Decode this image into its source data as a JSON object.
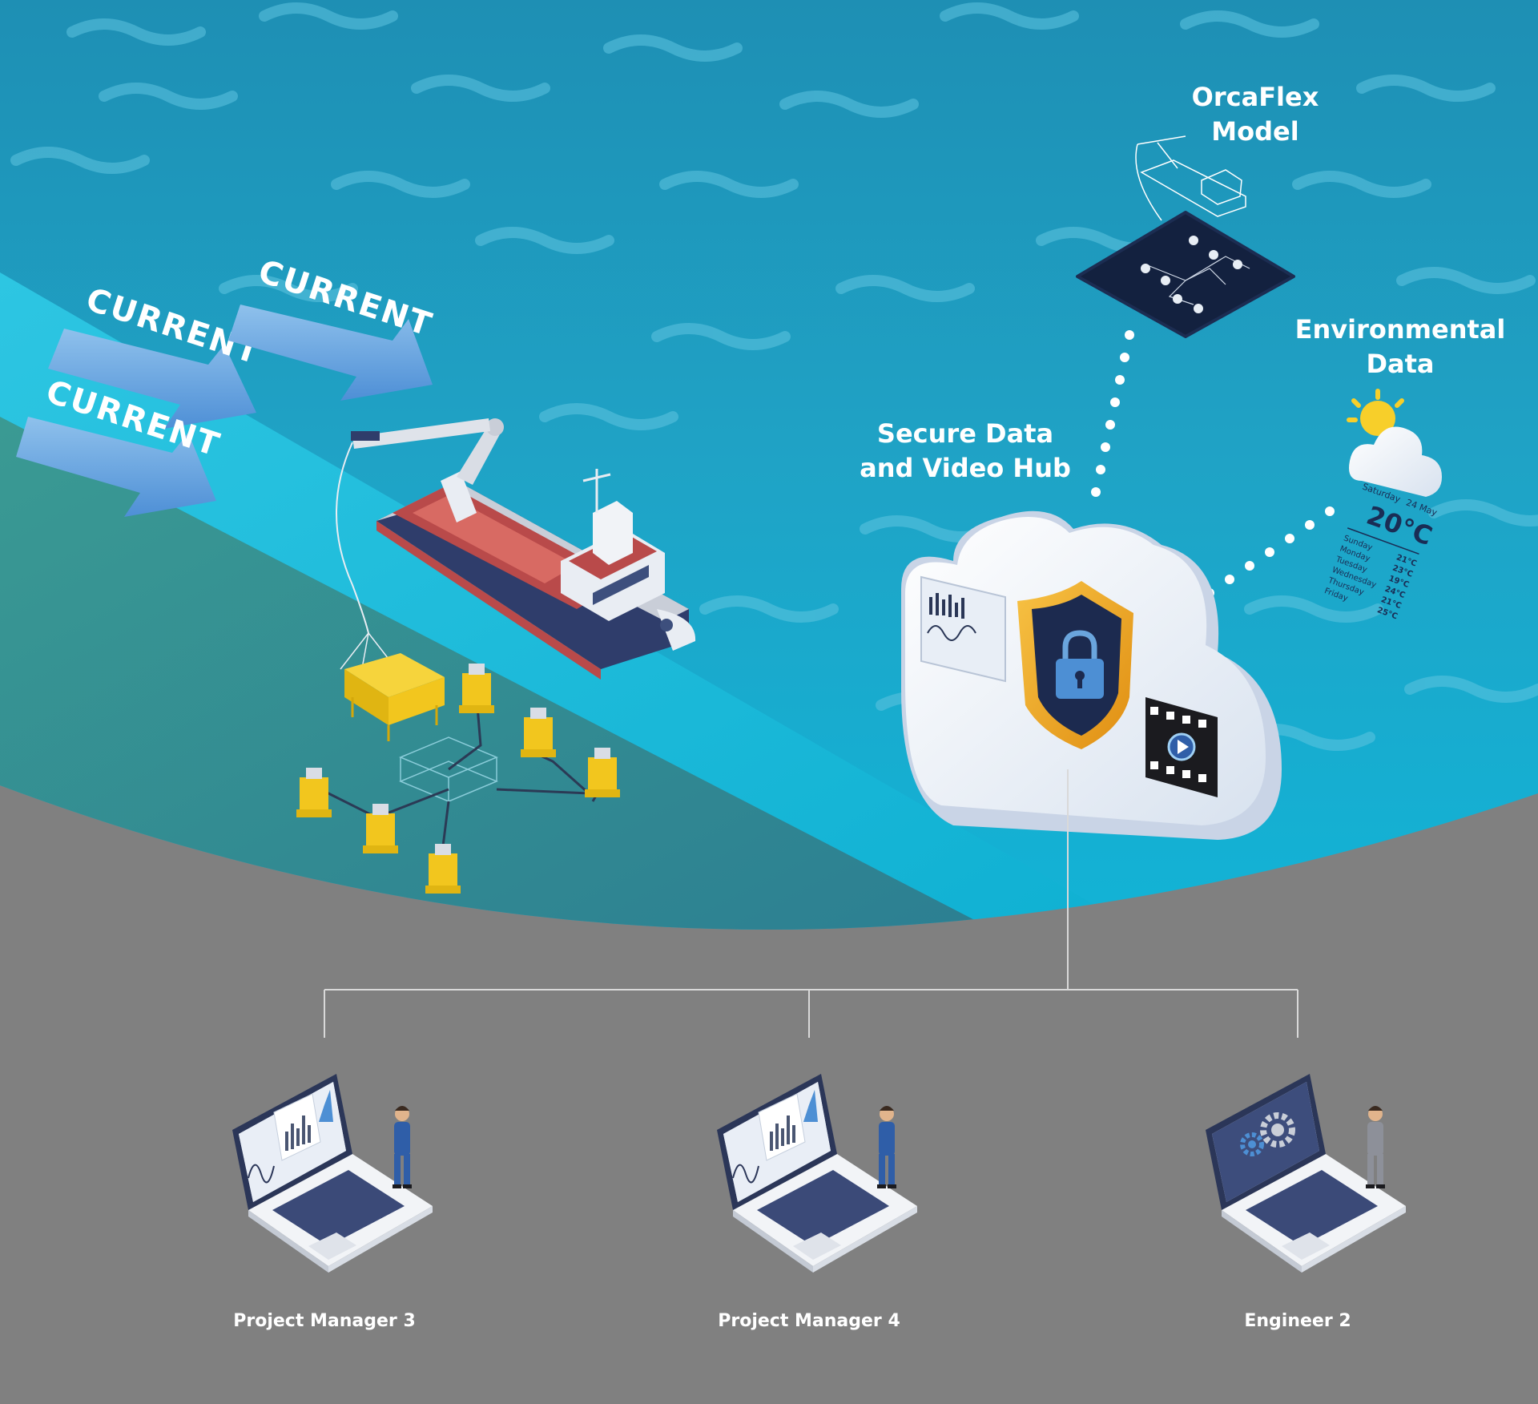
{
  "labels": {
    "orcaflex": [
      "OrcaFlex",
      "Model"
    ],
    "environmental": [
      "Environmental",
      "Data"
    ],
    "hub": [
      "Secure Data",
      "and Video Hub"
    ],
    "current": [
      "CURRENT",
      "CURRENT",
      "CURRENT"
    ]
  },
  "weather": {
    "day": "Saturday",
    "date": "24 May",
    "temperature": "20°C",
    "forecast": [
      {
        "day": "Sunday",
        "temp": "21°C"
      },
      {
        "day": "Monday",
        "temp": "23°C"
      },
      {
        "day": "Tuesday",
        "temp": "19°C"
      },
      {
        "day": "Wednesday",
        "temp": "24°C"
      },
      {
        "day": "Thursday",
        "temp": "21°C"
      },
      {
        "day": "Friday",
        "temp": "25°C"
      }
    ]
  },
  "users": [
    {
      "label": "Project Manager 3",
      "screen": "analytics"
    },
    {
      "label": "Project Manager 4",
      "screen": "analytics"
    },
    {
      "label": "Engineer 2",
      "screen": "gears"
    }
  ],
  "colors": {
    "ocean": "#1a9fc2",
    "seabed": "#808080",
    "shield": "#f2a81d",
    "subsea_equipment": "#f2cd1a",
    "vessel_deck": "#b94a4a",
    "vessel_hull": "#2f3d6b"
  }
}
